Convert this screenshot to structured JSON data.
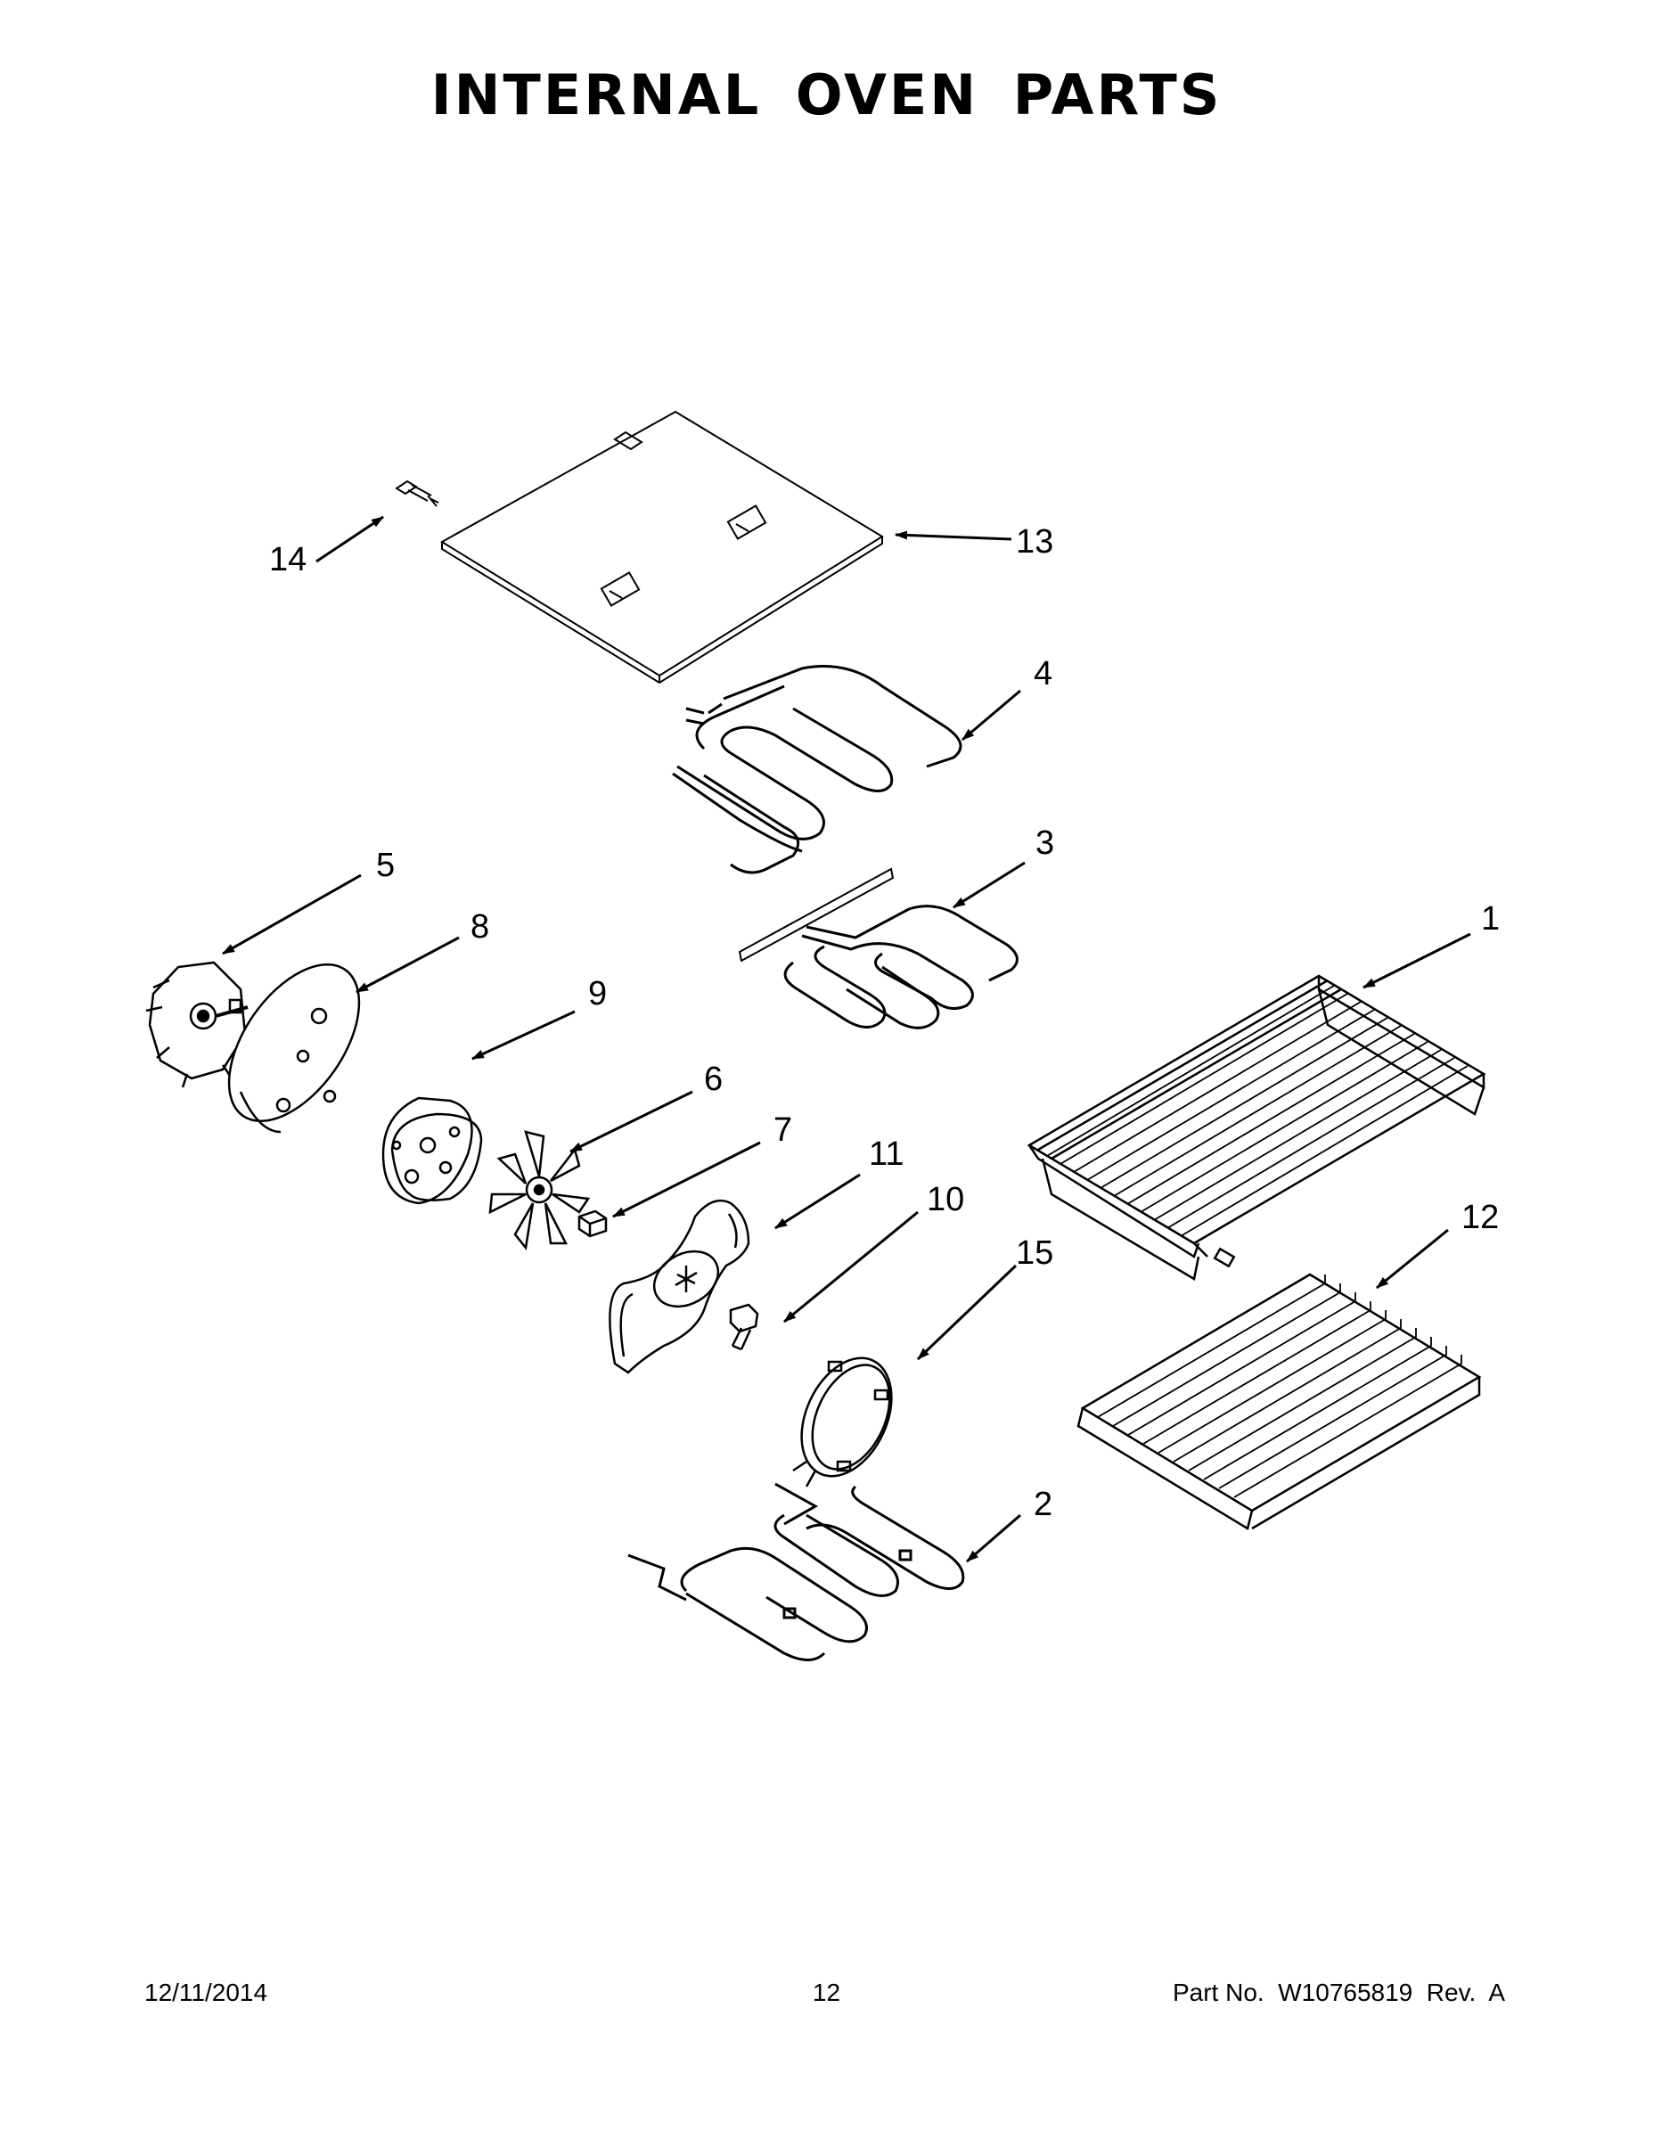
{
  "title": "INTERNAL OVEN PARTS",
  "callouts": [
    "1",
    "2",
    "3",
    "4",
    "5",
    "6",
    "7",
    "8",
    "9",
    "10",
    "11",
    "12",
    "13",
    "14",
    "15"
  ],
  "footer": {
    "date": "12/11/2014",
    "page": "12",
    "part_no": "Part No.  W10765819  Rev.  A"
  }
}
